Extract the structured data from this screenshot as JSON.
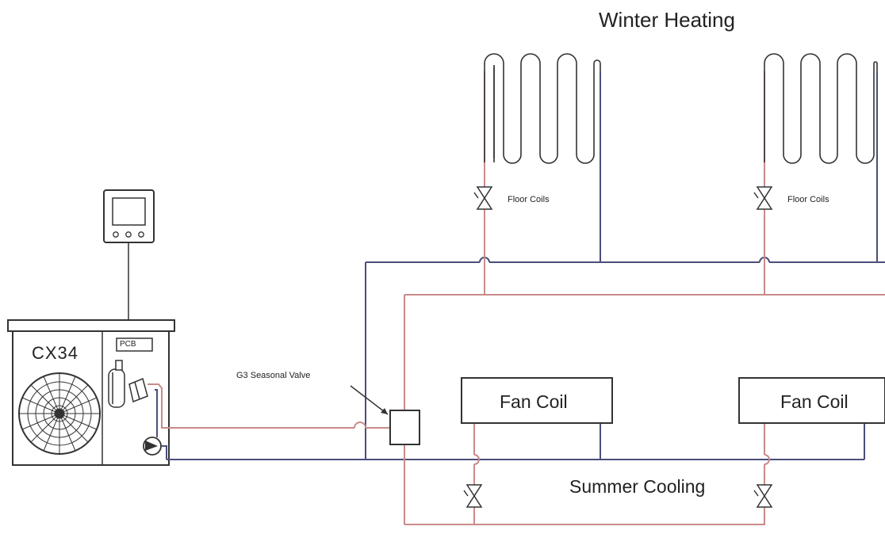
{
  "title": "Winter Heating",
  "subtitle": "Summer Cooling",
  "heat_pump": {
    "model": "CX34",
    "board": "PCB"
  },
  "valve_label": "G3 Seasonal Valve",
  "floor_coils": [
    {
      "label": "Floor Coils"
    },
    {
      "label": "Floor Coils"
    }
  ],
  "fan_coils": [
    {
      "label": "Fan Coil"
    },
    {
      "label": "Fan Coil"
    }
  ],
  "colors": {
    "flow": "#c98a8a",
    "return": "#4a4f7a",
    "outline": "#333333"
  }
}
